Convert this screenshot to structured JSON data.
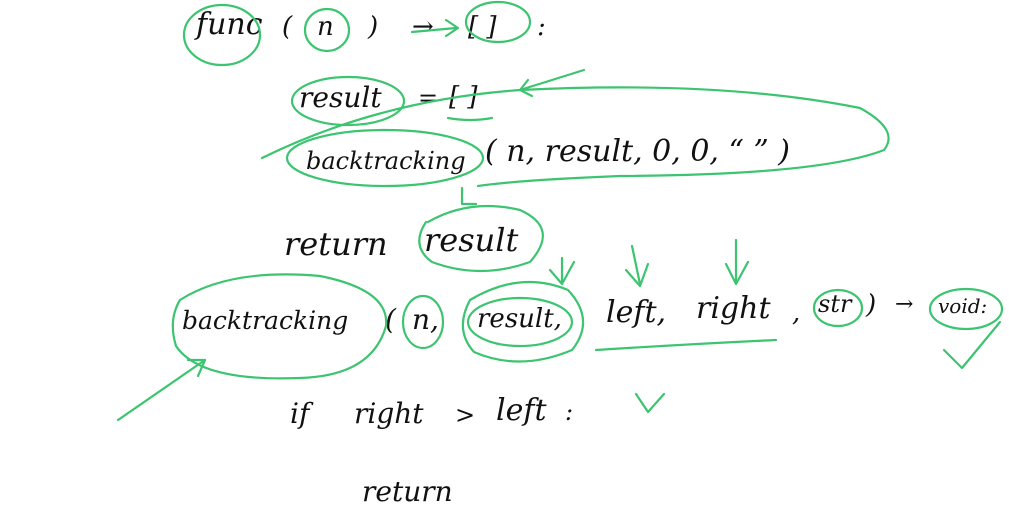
{
  "handwriting": {
    "line1": {
      "func": "func",
      "open": "(",
      "n": "n",
      "close": ")",
      "arrow": "→",
      "ret": "[ ]",
      "colon": ":"
    },
    "line2": {
      "result": "result",
      "eq": "=",
      "list": "[ ]"
    },
    "line3": {
      "backtracking": "backtracking",
      "args": "( n, result, 0, 0, “ ” )"
    },
    "line4": {
      "ret": "return",
      "result": "result"
    },
    "line5": {
      "backtracking": "backtracking",
      "open": "(",
      "n": "n,",
      "result": "result,",
      "left": "left,",
      "right": "right",
      "comma": ",",
      "str": "str",
      "close": ")",
      "arrow": "→",
      "void": "void:"
    },
    "line6": {
      "if": "if",
      "right": "right",
      "gt": ">",
      "left": "left",
      "colon": ":"
    },
    "line7": {
      "ret": "return"
    }
  },
  "annotation_color": "#3cc470",
  "ink_color": "#111111"
}
